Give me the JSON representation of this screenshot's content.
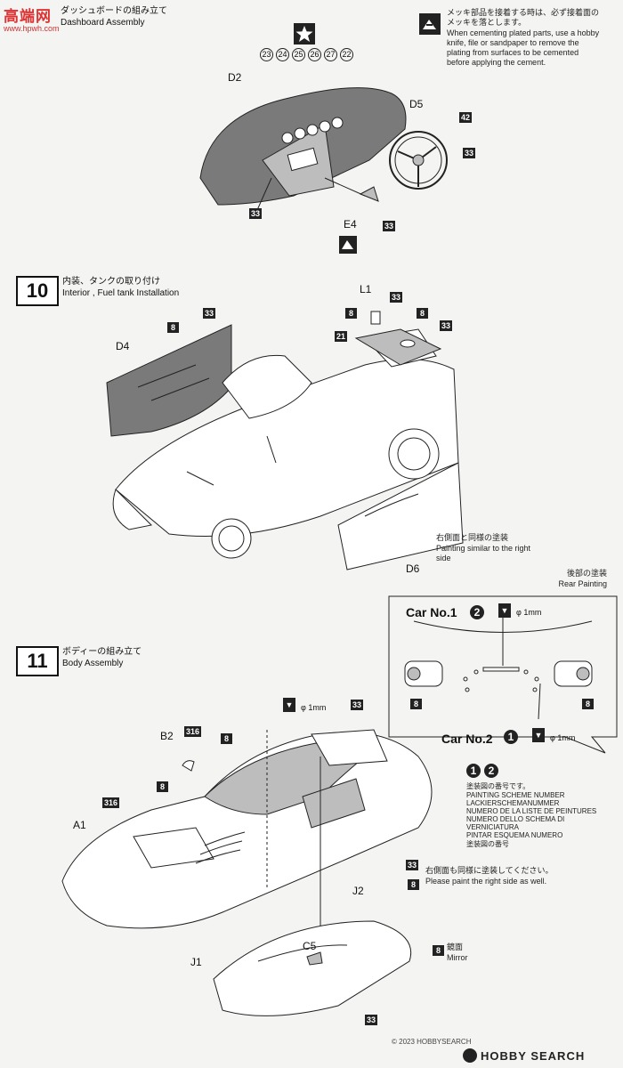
{
  "watermark": {
    "brand": "高端网",
    "url": "www.hpwh.com"
  },
  "footer": {
    "copyright": "© 2023 HOBBYSEARCH",
    "brand": "HOBBY SEARCH"
  },
  "step9": {
    "title_jp": "ダッシュボードの組み立て",
    "title_en": "Dashboard Assembly",
    "parts": [
      "D2",
      "D5",
      "E4"
    ],
    "plated_note_jp": "メッキ部品を接着する時は、必ず接着面のメッキを落とします。",
    "plated_note_en": "When cementing plated parts, use a hobby knife, file or sandpaper to remove the plating from surfaces to be cemented before applying the cement.",
    "gauges": [
      "23",
      "24",
      "25",
      "26",
      "27",
      "22"
    ],
    "colors": {
      "c42": "42",
      "c33": "33"
    }
  },
  "step10": {
    "number": "10",
    "title_jp": "内装、タンクの取り付け",
    "title_en": "Interior , Fuel tank Installation",
    "parts": [
      "L1",
      "D4",
      "D6"
    ],
    "colors": {
      "c33": "33",
      "c8": "8",
      "c21": "21"
    },
    "right_side_jp": "右側面と同様の塗装",
    "right_side_en": "Painting similar to the right side"
  },
  "rear": {
    "title_jp": "後部の塗装",
    "title_en": "Rear Painting",
    "car1": "Car No.1",
    "car2": "Car No.2",
    "car1_num": "2",
    "car2_num": "1",
    "dia": "φ 1mm",
    "c8": "8"
  },
  "scheme": {
    "nums": [
      "1",
      "2"
    ],
    "jp": "塗装図の番号です。",
    "lines": [
      "PAINTING SCHEME NUMBER",
      "LACKIERSCHEMANUMMER",
      "NUMERO DE LA LISTE DE PEINTURES",
      "NUMERO DELLO SCHEMA DI VERNICIATURA",
      "PINTAR ESQUEMA NUMERO"
    ],
    "jp2": "塗装図の番号"
  },
  "step11": {
    "number": "11",
    "title_jp": "ボディーの組み立て",
    "title_en": "Body Assembly",
    "parts": [
      "B2",
      "A1",
      "J1",
      "J2",
      "C5"
    ],
    "colors": {
      "c316": "316",
      "c8": "8",
      "c33": "33"
    },
    "dia": "φ 1mm",
    "right_side_jp": "右側面も同様に塗装してください。",
    "right_side_en": "Please paint the right side as well.",
    "mirror_jp": "鏡面",
    "mirror_en": "Mirror"
  }
}
